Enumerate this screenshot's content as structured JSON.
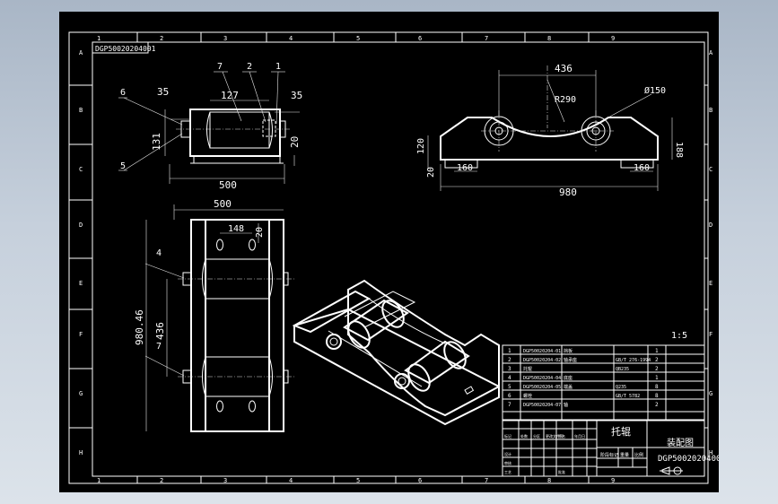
{
  "drawing": {
    "code_box": "DGP50020204001",
    "scale_note": "1:5",
    "col_labels": [
      "1",
      "2",
      "3",
      "4",
      "5",
      "6",
      "7",
      "8",
      "9"
    ],
    "row_labels": [
      "A",
      "B",
      "C",
      "D",
      "E",
      "F",
      "G",
      "H"
    ],
    "front_view": {
      "part_numbers": [
        "7",
        "2",
        "1",
        "6",
        "5"
      ],
      "dims": [
        "35",
        "127",
        "35",
        "131",
        "20",
        "500"
      ]
    },
    "top_view": {
      "part_numbers": [
        "4",
        "7"
      ],
      "dims": [
        "500",
        "148",
        "20",
        "980.46",
        "436"
      ]
    },
    "side_view": {
      "dims": [
        "436",
        "R290",
        "Ø150",
        "120",
        "20",
        "160",
        "160",
        "188",
        "980"
      ]
    },
    "bom": {
      "rows": [
        {
          "no": "1",
          "code": "DGP50020204-01",
          "name": "挡板",
          "qty": "1"
        },
        {
          "no": "2",
          "code": "DGP50020204-02",
          "name": "轴承座",
          "spec": "GB/T 276-1994",
          "qty": "2"
        },
        {
          "no": "3",
          "code": "托辊",
          "name": "",
          "spec": "QB235",
          "qty": "2"
        },
        {
          "no": "4",
          "code": "DGP50020204-04",
          "name": "底座",
          "qty": "1"
        },
        {
          "no": "5",
          "code": "DGP50020204-05",
          "name": "端盖",
          "spec": "Q235",
          "qty": "8"
        },
        {
          "no": "6",
          "code": "螺栓",
          "name": "",
          "spec": "GB/T 5782",
          "qty": "8"
        },
        {
          "no": "7",
          "code": "DGP50020204-07",
          "name": "轴",
          "qty": "2"
        }
      ]
    },
    "title_block": {
      "name": "托辊",
      "assembly": "装配图",
      "drawing_no": "DGP50020204001",
      "small_labels": [
        "标记",
        "处数",
        "分区",
        "更改文件号",
        "签名",
        "年月日",
        "设计",
        "审核",
        "工艺",
        "批准",
        "阶段标记",
        "重量",
        "比例"
      ]
    }
  },
  "colors": {
    "background": "#000000",
    "lines": "#ffffff",
    "window": "#b9c4d2"
  }
}
